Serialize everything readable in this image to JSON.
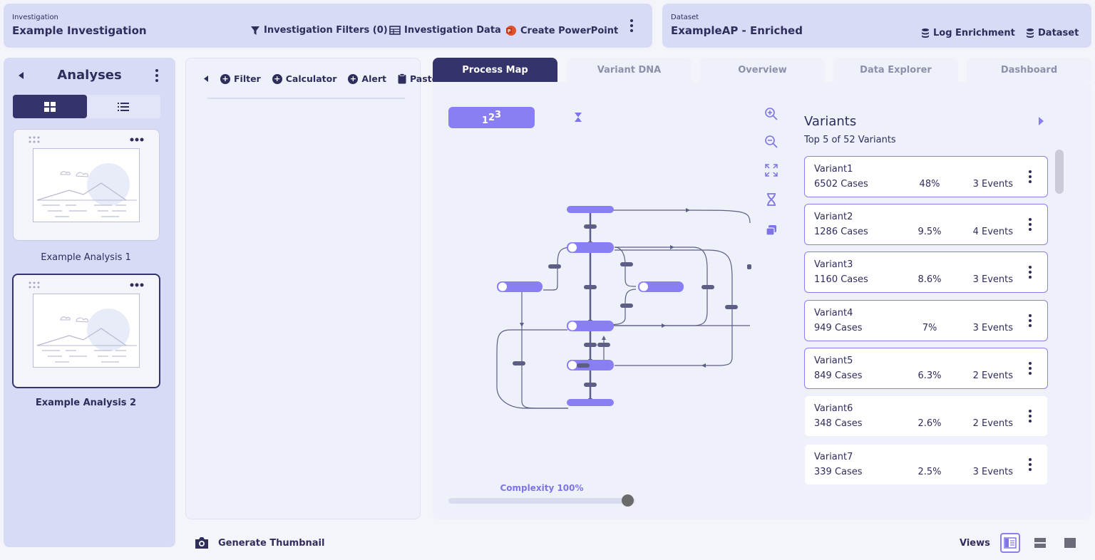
{
  "investigation": {
    "label": "Investigation",
    "title": "Example Investigation",
    "filters_label": "Investigation Filters (0)",
    "data_label": "Investigation Data",
    "ppt_label": "Create PowerPoint"
  },
  "dataset": {
    "label": "Dataset",
    "title": "ExampleAP - Enriched",
    "log_label": "Log Enrichment",
    "dataset_label": "Dataset"
  },
  "sidebar": {
    "title": "Analyses",
    "analyses": [
      {
        "label": "Example Analysis 1",
        "selected": false
      },
      {
        "label": "Example Analysis 2",
        "selected": true
      }
    ]
  },
  "filter_panel": {
    "filter": "Filter",
    "calculator": "Calculator",
    "alert": "Alert",
    "paste": "Paste"
  },
  "tabs": [
    {
      "label": "Process Map",
      "active": true
    },
    {
      "label": "Variant DNA",
      "active": false
    },
    {
      "label": "Overview",
      "active": false
    },
    {
      "label": "Data Explorer",
      "active": false
    },
    {
      "label": "Dashboard",
      "active": false
    }
  ],
  "process_map": {
    "ordering_button": "123",
    "complexity_label": "Complexity 100%",
    "complexity_value": 100
  },
  "variants_panel": {
    "title": "Variants",
    "subtitle": "Top 5 of 52 Variants",
    "items": [
      {
        "name": "Variant1",
        "cases": "6502 Cases",
        "pct": "48%",
        "events": "3 Events",
        "highlighted": true
      },
      {
        "name": "Variant2",
        "cases": "1286 Cases",
        "pct": "9.5%",
        "events": "4 Events",
        "highlighted": true
      },
      {
        "name": "Variant3",
        "cases": "1160 Cases",
        "pct": "8.6%",
        "events": "3 Events",
        "highlighted": true
      },
      {
        "name": "Variant4",
        "cases": "949 Cases",
        "pct": "7%",
        "events": "3 Events",
        "highlighted": true
      },
      {
        "name": "Variant5",
        "cases": "849 Cases",
        "pct": "6.3%",
        "events": "2 Events",
        "highlighted": true
      },
      {
        "name": "Variant6",
        "cases": "348 Cases",
        "pct": "2.6%",
        "events": "2 Events",
        "highlighted": false
      },
      {
        "name": "Variant7",
        "cases": "339 Cases",
        "pct": "2.5%",
        "events": "3 Events",
        "highlighted": false
      }
    ]
  },
  "footer": {
    "generate_thumbnail": "Generate Thumbnail",
    "views_label": "Views"
  },
  "colors": {
    "accent": "#8a7ef4",
    "dark": "#34336b",
    "panel": "#d7dbf5"
  }
}
